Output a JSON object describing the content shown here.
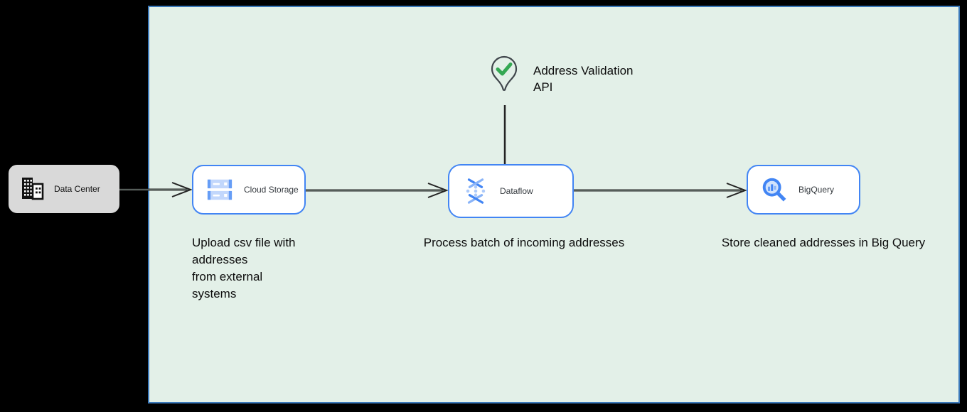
{
  "colors": {
    "page_bg": "#000000",
    "canvas_fill": "#e3f0e8",
    "canvas_border": "#3b79ba",
    "node_border": "#4285f4",
    "node_fill": "#ffffff",
    "node_label": "#33383d",
    "datacenter_fill": "#d9d9d9",
    "text": "#0d0d0d",
    "arrow": "#232323",
    "check_green": "#34a853",
    "pin_outline": "#40464c"
  },
  "diagram": {
    "source": {
      "label": "Data Center"
    },
    "nodes": [
      {
        "label": "Cloud Storage",
        "description": "Upload csv file with\naddresses\nfrom external\nsystems"
      },
      {
        "label": "Dataflow",
        "description": "Process batch of incoming addresses"
      },
      {
        "label": "BigQuery",
        "description": "Store cleaned addresses in Big Query"
      }
    ],
    "annotation": {
      "label": "Address Validation\nAPI"
    },
    "icons": {
      "data_center": "building-icon",
      "cloud_storage": "cloud-storage-icon",
      "dataflow": "dataflow-icon",
      "bigquery": "bigquery-icon",
      "address_validation": "map-pin-check-icon"
    }
  }
}
